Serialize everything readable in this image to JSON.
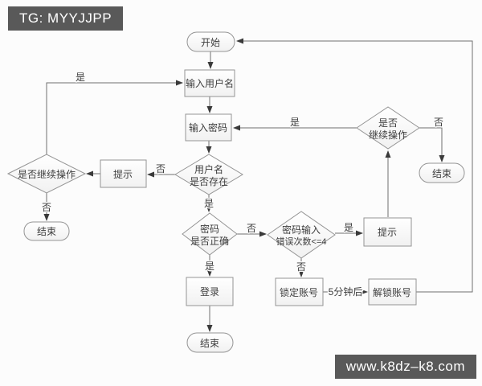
{
  "watermarks": {
    "top_left": "TG: MYYJJPP",
    "bottom_right": "www.k8dz–k8.com"
  },
  "colors": {
    "banner_bg": "#595959",
    "banner_text": "#ffffff",
    "shape_stroke": "#949494",
    "edge_stroke": "#6f6f6f",
    "text": "#3d3d3d",
    "background": "#fcfcfc"
  },
  "flowchart": {
    "nodes": {
      "start": {
        "type": "terminator",
        "label": "开始"
      },
      "input_username": {
        "type": "process",
        "label": "输入用户名"
      },
      "input_password": {
        "type": "process",
        "label": "输入密码"
      },
      "username_exists": {
        "type": "decision",
        "line1": "用户名",
        "line2": "是否存在"
      },
      "prompt_left": {
        "type": "process",
        "label": "提示"
      },
      "continue_left": {
        "type": "decision",
        "label": "是否继续操作"
      },
      "end_left": {
        "type": "terminator",
        "label": "结束"
      },
      "password_correct": {
        "type": "decision",
        "line1": "密码",
        "line2": "是否正确"
      },
      "error_count": {
        "type": "decision",
        "line1": "密码输入",
        "line2": "错误次数<=4"
      },
      "prompt_right": {
        "type": "process",
        "label": "提示"
      },
      "continue_right": {
        "type": "decision",
        "line1": "是否",
        "line2": "继续操作"
      },
      "end_right": {
        "type": "terminator",
        "label": "结束"
      },
      "login": {
        "type": "process",
        "label": "登录"
      },
      "end_bottom": {
        "type": "terminator",
        "label": "结束"
      },
      "lock_account": {
        "type": "process",
        "label": "锁定账号"
      },
      "unlock_account": {
        "type": "process",
        "label": "解锁账号"
      }
    },
    "edge_labels": {
      "yes_left_top": "是",
      "no_username": "否",
      "no_continue_left": "否",
      "yes_username": "是",
      "no_password": "否",
      "yes_password": "是",
      "yes_error": "是",
      "no_error": "否",
      "yes_continue_right": "是",
      "no_continue_right": "否",
      "after_5min": "5分钟后"
    },
    "edges": [
      {
        "from": "start",
        "to": "input_username"
      },
      {
        "from": "input_username",
        "to": "input_password"
      },
      {
        "from": "input_password",
        "to": "username_exists"
      },
      {
        "from": "username_exists",
        "to": "prompt_left",
        "label": "否"
      },
      {
        "from": "prompt_left",
        "to": "continue_left"
      },
      {
        "from": "continue_left",
        "to": "input_username",
        "label": "是"
      },
      {
        "from": "continue_left",
        "to": "end_left",
        "label": "否"
      },
      {
        "from": "username_exists",
        "to": "password_correct",
        "label": "是"
      },
      {
        "from": "password_correct",
        "to": "error_count",
        "label": "否"
      },
      {
        "from": "password_correct",
        "to": "login",
        "label": "是"
      },
      {
        "from": "login",
        "to": "end_bottom"
      },
      {
        "from": "error_count",
        "to": "prompt_right",
        "label": "是"
      },
      {
        "from": "prompt_right",
        "to": "continue_right"
      },
      {
        "from": "continue_right",
        "to": "input_password",
        "label": "是"
      },
      {
        "from": "continue_right",
        "to": "end_right",
        "label": "否"
      },
      {
        "from": "error_count",
        "to": "lock_account",
        "label": "否"
      },
      {
        "from": "lock_account",
        "to": "unlock_account",
        "label": "5分钟后"
      },
      {
        "from": "unlock_account",
        "to": "start"
      }
    ]
  }
}
